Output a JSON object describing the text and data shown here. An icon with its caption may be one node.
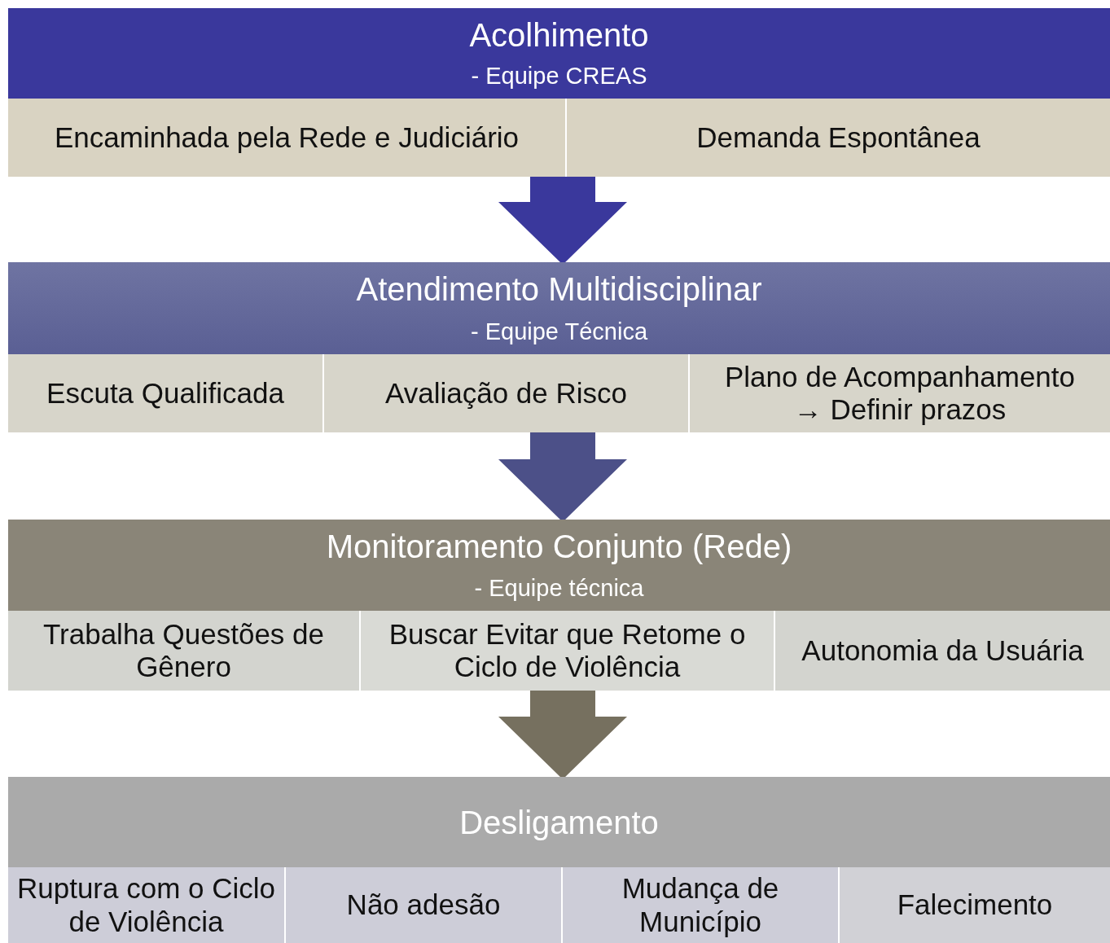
{
  "diagram": {
    "nodes": [
      {
        "text": [
          "Acolhimento",
          "- Equipe CREAS"
        ]
      },
      {
        "text": [
          "Encaminhada pela Rede e Judiciário"
        ]
      },
      {
        "text": [
          "Demanda Espontânea"
        ]
      },
      {
        "text": [
          "Atendimento Multidisciplinar",
          "- Equipe Técnica"
        ]
      },
      {
        "text": [
          "Escuta Qualificada"
        ]
      },
      {
        "text": [
          "Avaliação de Risco"
        ]
      },
      {
        "text": [
          "Plano de Acompanhamento → Definir prazos"
        ]
      },
      {
        "text": [
          "Monitoramento Conjunto (Rede)",
          "- Equipe técnica"
        ]
      },
      {
        "text": [
          "Trabalha Questões de Gênero"
        ]
      },
      {
        "text": [
          "Buscar Evitar que Retome o Ciclo de Violência"
        ]
      },
      {
        "text": [
          "Autonomia da Usuária"
        ]
      },
      {
        "text": [
          "Desligamento"
        ]
      },
      {
        "text": [
          "Ruptura com o Ciclo de Violência"
        ]
      },
      {
        "text": [
          "Não adesão"
        ]
      },
      {
        "text": [
          "Mudança de Município"
        ]
      },
      {
        "text": [
          "Falecimento"
        ]
      }
    ],
    "edges": [
      {
        "from": 1,
        "to": 3,
        "arrow": "to",
        "style": "thick",
        "color": "#3a389c"
      },
      {
        "from": 5,
        "to": 7,
        "arrow": "to",
        "style": "thick",
        "color": "#4c5088"
      },
      {
        "from": 9,
        "to": 11,
        "arrow": "to",
        "style": "thick",
        "color": "#76705f"
      }
    ]
  }
}
